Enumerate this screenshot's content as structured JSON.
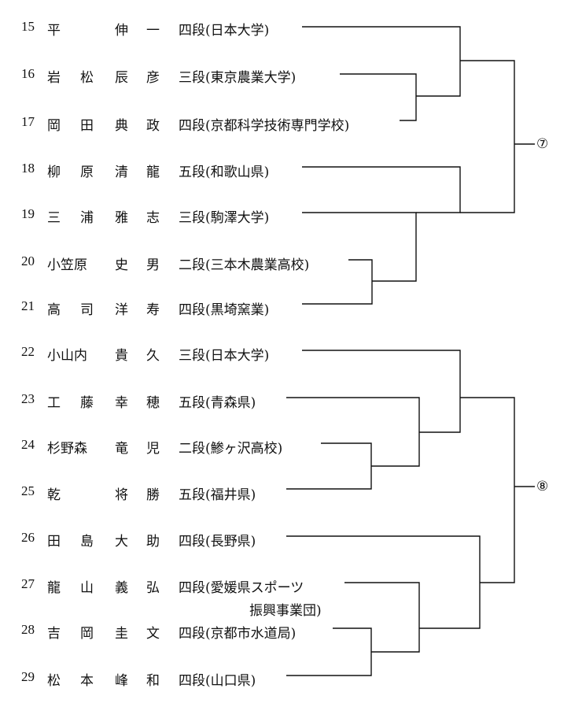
{
  "entries": [
    {
      "num": "15",
      "name": [
        "平",
        "",
        "伸",
        "一"
      ],
      "rank": "四段",
      "affiliation": "(日本大学)"
    },
    {
      "num": "16",
      "name": [
        "岩",
        "松",
        "辰",
        "彦"
      ],
      "rank": "三段",
      "affiliation": "(東京農業大学)"
    },
    {
      "num": "17",
      "name": [
        "岡",
        "田",
        "典",
        "政"
      ],
      "rank": "四段",
      "affiliation": "(京都科学技術専門学校)"
    },
    {
      "num": "18",
      "name": [
        "柳",
        "原",
        "清",
        "龍"
      ],
      "rank": "五段",
      "affiliation": "(和歌山県)"
    },
    {
      "num": "19",
      "name": [
        "三",
        "浦",
        "雅",
        "志"
      ],
      "rank": "三段",
      "affiliation": "(駒澤大学)"
    },
    {
      "num": "20",
      "name": [
        "小笠原",
        "",
        "史",
        "男"
      ],
      "rank": "二段",
      "affiliation": "(三本木農業高校)"
    },
    {
      "num": "21",
      "name": [
        "高",
        "司",
        "洋",
        "寿"
      ],
      "rank": "四段",
      "affiliation": "(黒埼窯業)"
    },
    {
      "num": "22",
      "name": [
        "小山内",
        "",
        "貴",
        "久"
      ],
      "rank": "三段",
      "affiliation": "(日本大学)"
    },
    {
      "num": "23",
      "name": [
        "工",
        "藤",
        "幸",
        "穂"
      ],
      "rank": "五段",
      "affiliation": "(青森県)"
    },
    {
      "num": "24",
      "name": [
        "杉野森",
        "",
        "竜",
        "児"
      ],
      "rank": "二段",
      "affiliation": "(鯵ヶ沢高校)"
    },
    {
      "num": "25",
      "name": [
        "乾",
        "",
        "将",
        "勝"
      ],
      "rank": "五段",
      "affiliation": "(福井県)"
    },
    {
      "num": "26",
      "name": [
        "田",
        "島",
        "大",
        "助"
      ],
      "rank": "四段",
      "affiliation": "(長野県)"
    },
    {
      "num": "27",
      "name": [
        "龍",
        "山",
        "義",
        "弘"
      ],
      "rank": "四段",
      "affiliation": "(愛媛県スポーツ"
    },
    {
      "num": "28",
      "name": [
        "吉",
        "岡",
        "圭",
        "文"
      ],
      "rank": "四段",
      "affiliation": "(京都市水道局)"
    },
    {
      "num": "29",
      "name": [
        "松",
        "本",
        "峰",
        "和"
      ],
      "rank": "四段",
      "affiliation": "(山口県)"
    }
  ],
  "affiliation_continuation": "振興事業団)",
  "bracket_marks": [
    "⑦",
    "⑧"
  ]
}
